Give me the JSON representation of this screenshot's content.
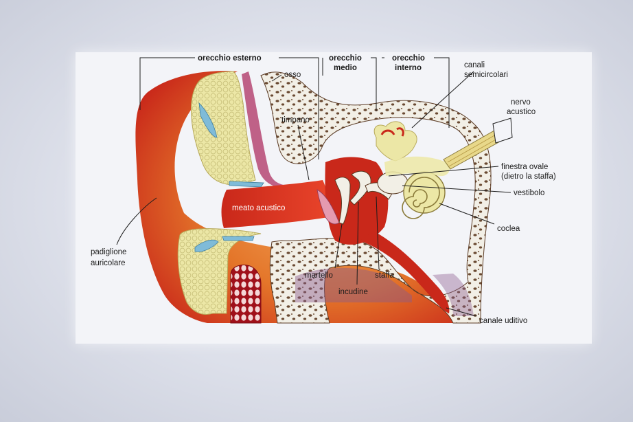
{
  "labels": {
    "orecchio_esterno": "orecchio esterno",
    "orecchio_medio_1": "orecchio",
    "orecchio_medio_2": "medio",
    "orecchio_interno_1": "orecchio",
    "orecchio_interno_2": "interno",
    "osso": "osso",
    "timpano": "timpano",
    "canali_1": "canali",
    "canali_2": "semicircolari",
    "nervo_1": "nervo",
    "nervo_2": "acustico",
    "finestra_1": "finestra ovale",
    "finestra_2": "(dietro la staffa)",
    "vestibolo": "vestibolo",
    "coclea": "coclea",
    "meato": "meato acustico",
    "padiglione_1": "padiglione",
    "padiglione_2": "auricolare",
    "martello": "martello",
    "incudine": "incudine",
    "staffa": "staffa",
    "canale_uditivo": "canale uditivo"
  },
  "colors": {
    "skin_red": "#c9281a",
    "skin_orange": "#e4762a",
    "cartilage_yellow": "#ece7a6",
    "bone_white": "#f2efe6",
    "bone_pores": "#6a4a32",
    "nerve_yellow": "#e8d88a",
    "vessel_blue": "#7fbbd8"
  }
}
